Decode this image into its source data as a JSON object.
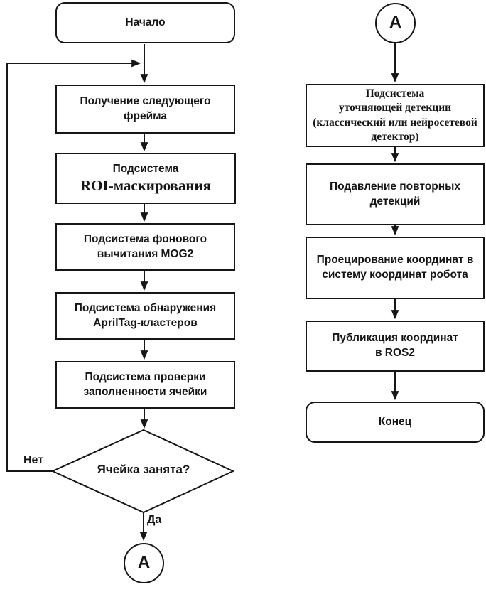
{
  "colors": {
    "stroke": "#161616",
    "text": "#161616",
    "background": "#ffffff"
  },
  "flowchart": {
    "left_branch": {
      "start": "Начало",
      "get_frame": "Получение следующего\nфрейма",
      "roi_line1": "Подсистема",
      "roi_line2": "ROI-маскирования",
      "mog2": "Подсистема фонового\nвычитания MOG2",
      "apriltag": "Подсистема обнаружения\nAprilTag-кластеров",
      "cell_check": "Подсистема проверки\nзаполненности ячейки",
      "decision": "Ячейка занята?",
      "no_label": "Нет",
      "yes_label": "Да",
      "connector": "А"
    },
    "right_branch": {
      "connector": "А",
      "refine_detection": "Подсистема\nуточняющей детекции\n(классический или нейросетевой\nдетектор)",
      "duplicate_suppression": "Подавление повторных\nдетекций",
      "coordinate_projection": "Проецирование координат в\nсистему координат робота",
      "ros2_publish": "Публикация координат\nв ROS2",
      "end": "Конец"
    }
  }
}
